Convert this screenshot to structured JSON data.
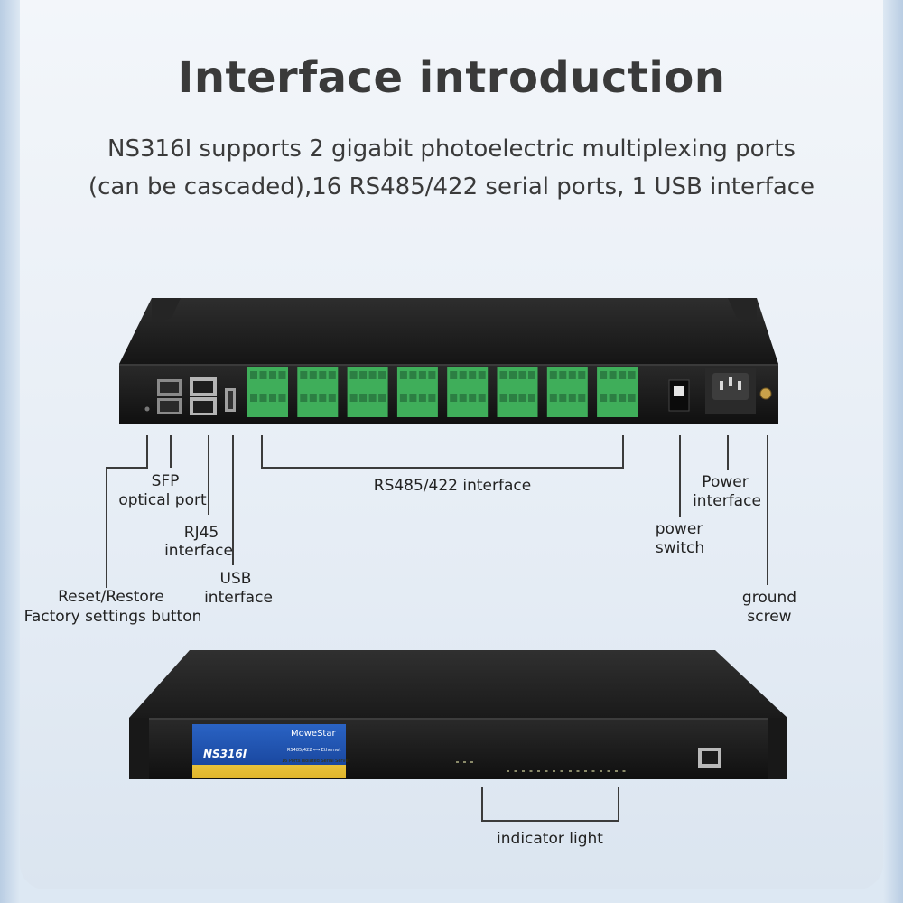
{
  "header": {
    "title": "Interface introduction",
    "subtitle_line1": "NS316I supports 2 gigabit photoelectric multiplexing ports",
    "subtitle_line2": "(can be cascaded),16 RS485/422 serial ports, 1 USB interface"
  },
  "rear_panel": {
    "sfp_label": "SFP",
    "sfp_label2": "optical port",
    "rj45_label": "RJ45",
    "rj45_label2": "interface",
    "usb_label": "USB",
    "usb_label2": "interface",
    "reset_label": "Reset/Restore",
    "reset_label2": "Factory settings button",
    "rs485_label": "RS485/422 interface",
    "power_interface_label": "Power",
    "power_interface_label2": "interface",
    "power_switch_label": "power",
    "power_switch_label2": "switch",
    "ground_label": "ground",
    "ground_label2": "screw",
    "terminal_block_count": 8
  },
  "front_panel": {
    "brand": "MoweStar",
    "model": "NS316I",
    "product_line1": "RS485/422 ⟷ Ethernet",
    "product_line2": "16 Ports Isolated Serial Server",
    "indicator_label": "indicator light"
  },
  "colors": {
    "device_body": "#1c1c1c",
    "terminal_green": "#3fae5a",
    "label_blue": "#1d4fa8",
    "label_yellow": "#e9c23a",
    "background": "#dde8f3"
  }
}
